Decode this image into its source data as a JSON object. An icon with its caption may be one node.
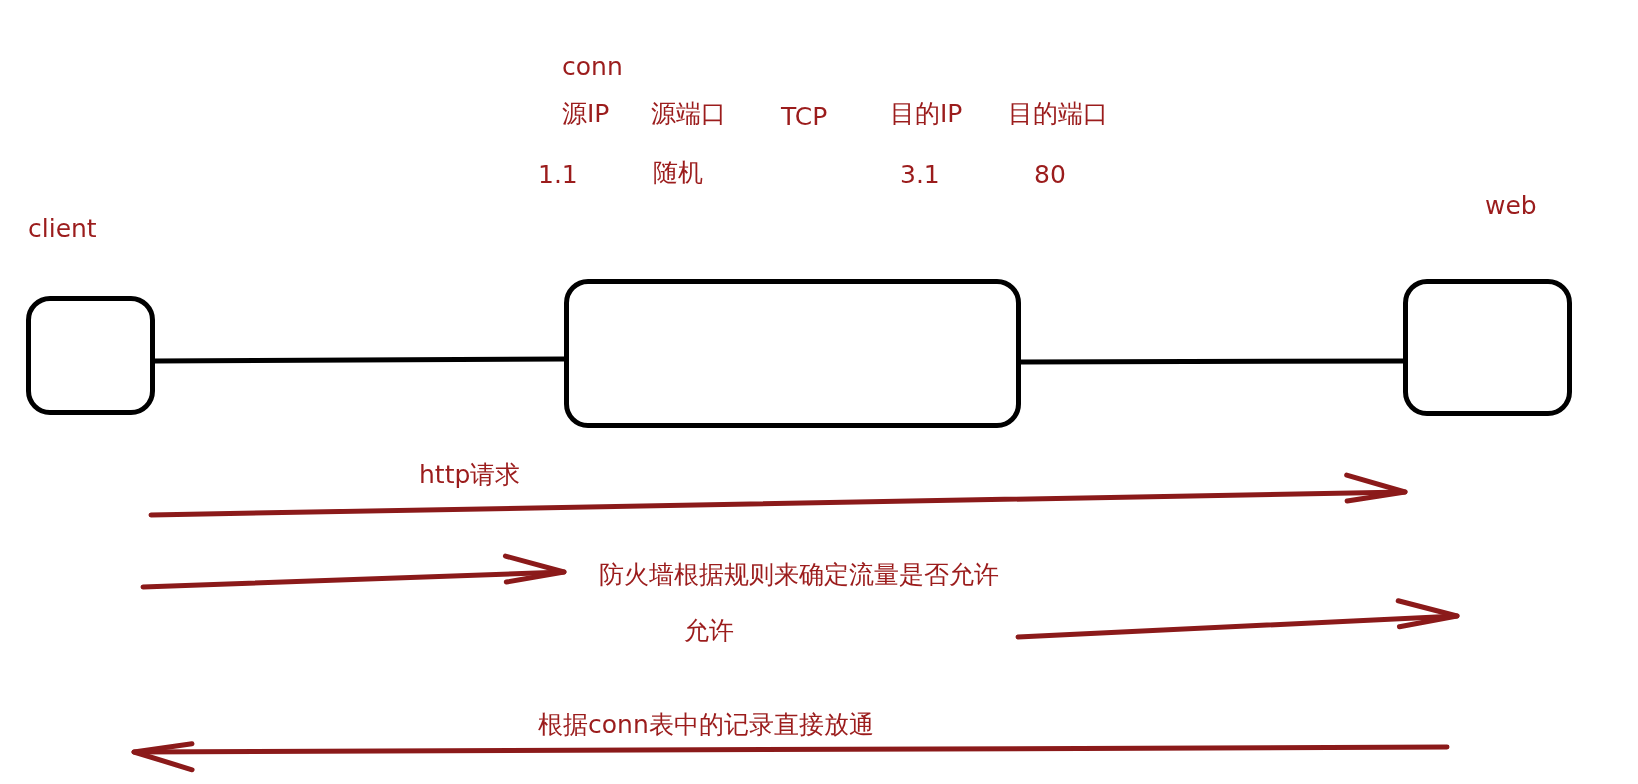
{
  "diagram": {
    "nodes": [
      {
        "text": [
          "client"
        ]
      },
      {
        "text": [],
        "shape": "box"
      },
      {
        "text": [
          "web"
        ]
      }
    ],
    "edges": [
      {
        "from": 0,
        "to": 1,
        "arrow": "none",
        "color": "#000000"
      },
      {
        "from": 1,
        "to": 2,
        "arrow": "none",
        "color": "#000000"
      },
      {
        "from": 0,
        "to": 2,
        "arrow": "to",
        "label": "http请求",
        "color": "#8b1a1a"
      },
      {
        "from": null,
        "to": 1,
        "arrow": "to",
        "color": "#8b1a1a"
      }
    ],
    "labels": [
      "conn",
      "源IP",
      "源端口",
      "TCP",
      "目的IP",
      "目的端口",
      "1.1",
      "随机",
      "3.1",
      "80",
      "防火墙根据规则来确定流量是否允许",
      "允许",
      "根据conn表中的记录直接放通"
    ]
  }
}
